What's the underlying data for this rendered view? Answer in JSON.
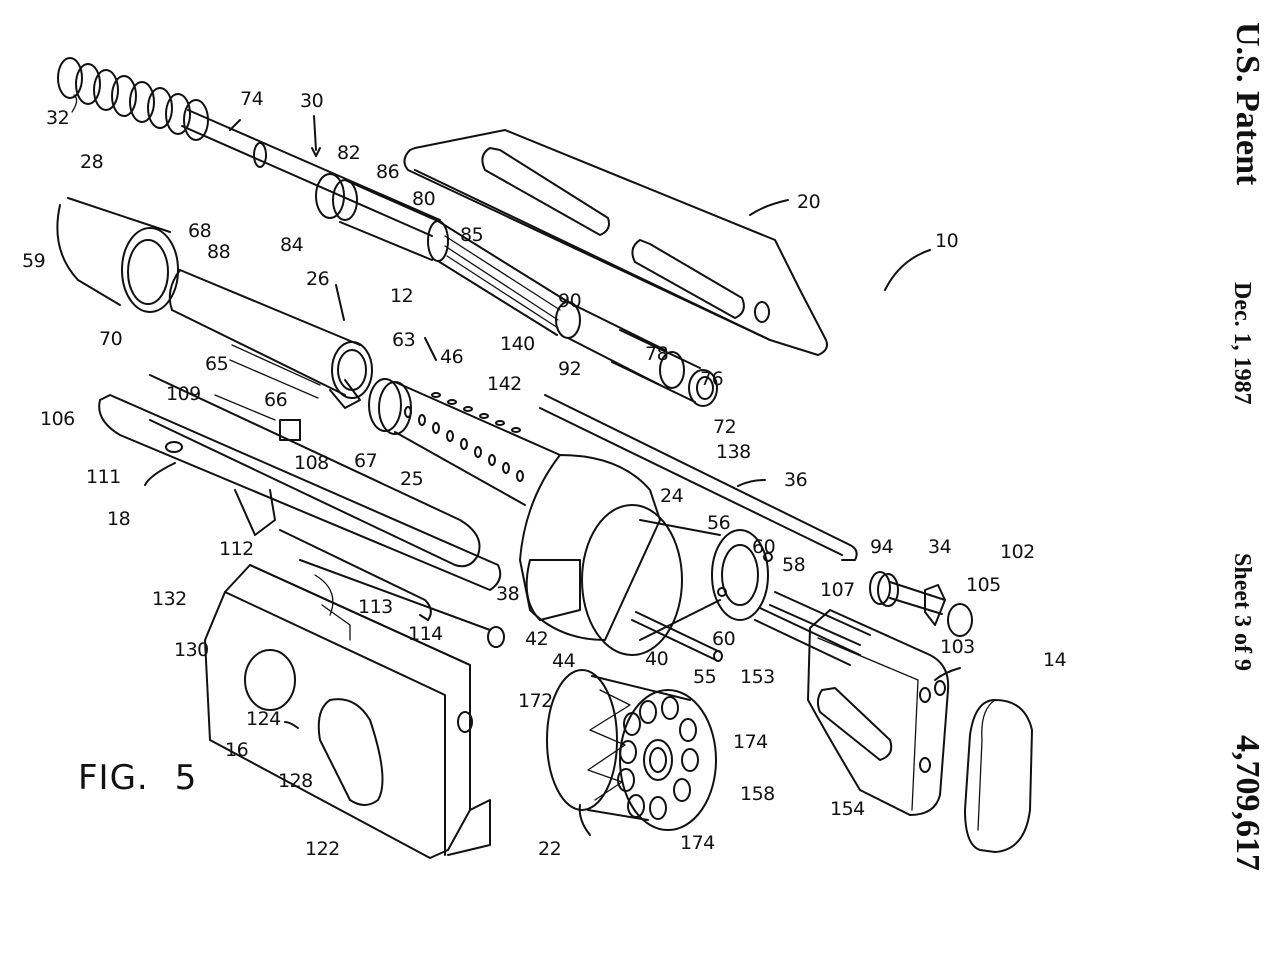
{
  "document": {
    "type": "patent-drawing-sheet",
    "header": {
      "title": "U.S. Patent",
      "date": "Dec. 1, 1987",
      "sheet": "Sheet 3 of 9",
      "patent_number": "4,709,617"
    },
    "figure": {
      "label": "FIG.",
      "number": "5",
      "view": "exploded perspective"
    },
    "reference_numerals": {
      "r10": "10",
      "r12": "12",
      "r14": "14",
      "r16": "16",
      "r18": "18",
      "r20": "20",
      "r22": "22",
      "r24": "24",
      "r25": "25",
      "r26": "26",
      "r28": "28",
      "r30": "30",
      "r32": "32",
      "r34": "34",
      "r36": "36",
      "r38": "38",
      "r40": "40",
      "r42": "42",
      "r44": "44",
      "r46": "46",
      "r55": "55",
      "r56": "56",
      "r58": "58",
      "r59": "59",
      "r60a": "60",
      "r60b": "60",
      "r63": "63",
      "r65": "65",
      "r66": "66",
      "r67": "67",
      "r68": "68",
      "r70": "70",
      "r72": "72",
      "r74": "74",
      "r76": "76",
      "r78": "78",
      "r80": "80",
      "r82": "82",
      "r84": "84",
      "r85": "85",
      "r86": "86",
      "r88": "88",
      "r90": "90",
      "r92": "92",
      "r94": "94",
      "r102": "102",
      "r103": "103",
      "r105": "105",
      "r106": "106",
      "r107": "107",
      "r108": "108",
      "r109": "109",
      "r111": "111",
      "r112": "112",
      "r113": "113",
      "r114": "114",
      "r122": "122",
      "r124": "124",
      "r128": "128",
      "r130": "130",
      "r132": "132",
      "r138": "138",
      "r140": "140",
      "r142": "142",
      "r153": "153",
      "r154": "154",
      "r158": "158",
      "r172": "172",
      "r174a": "174",
      "r174b": "174"
    }
  }
}
